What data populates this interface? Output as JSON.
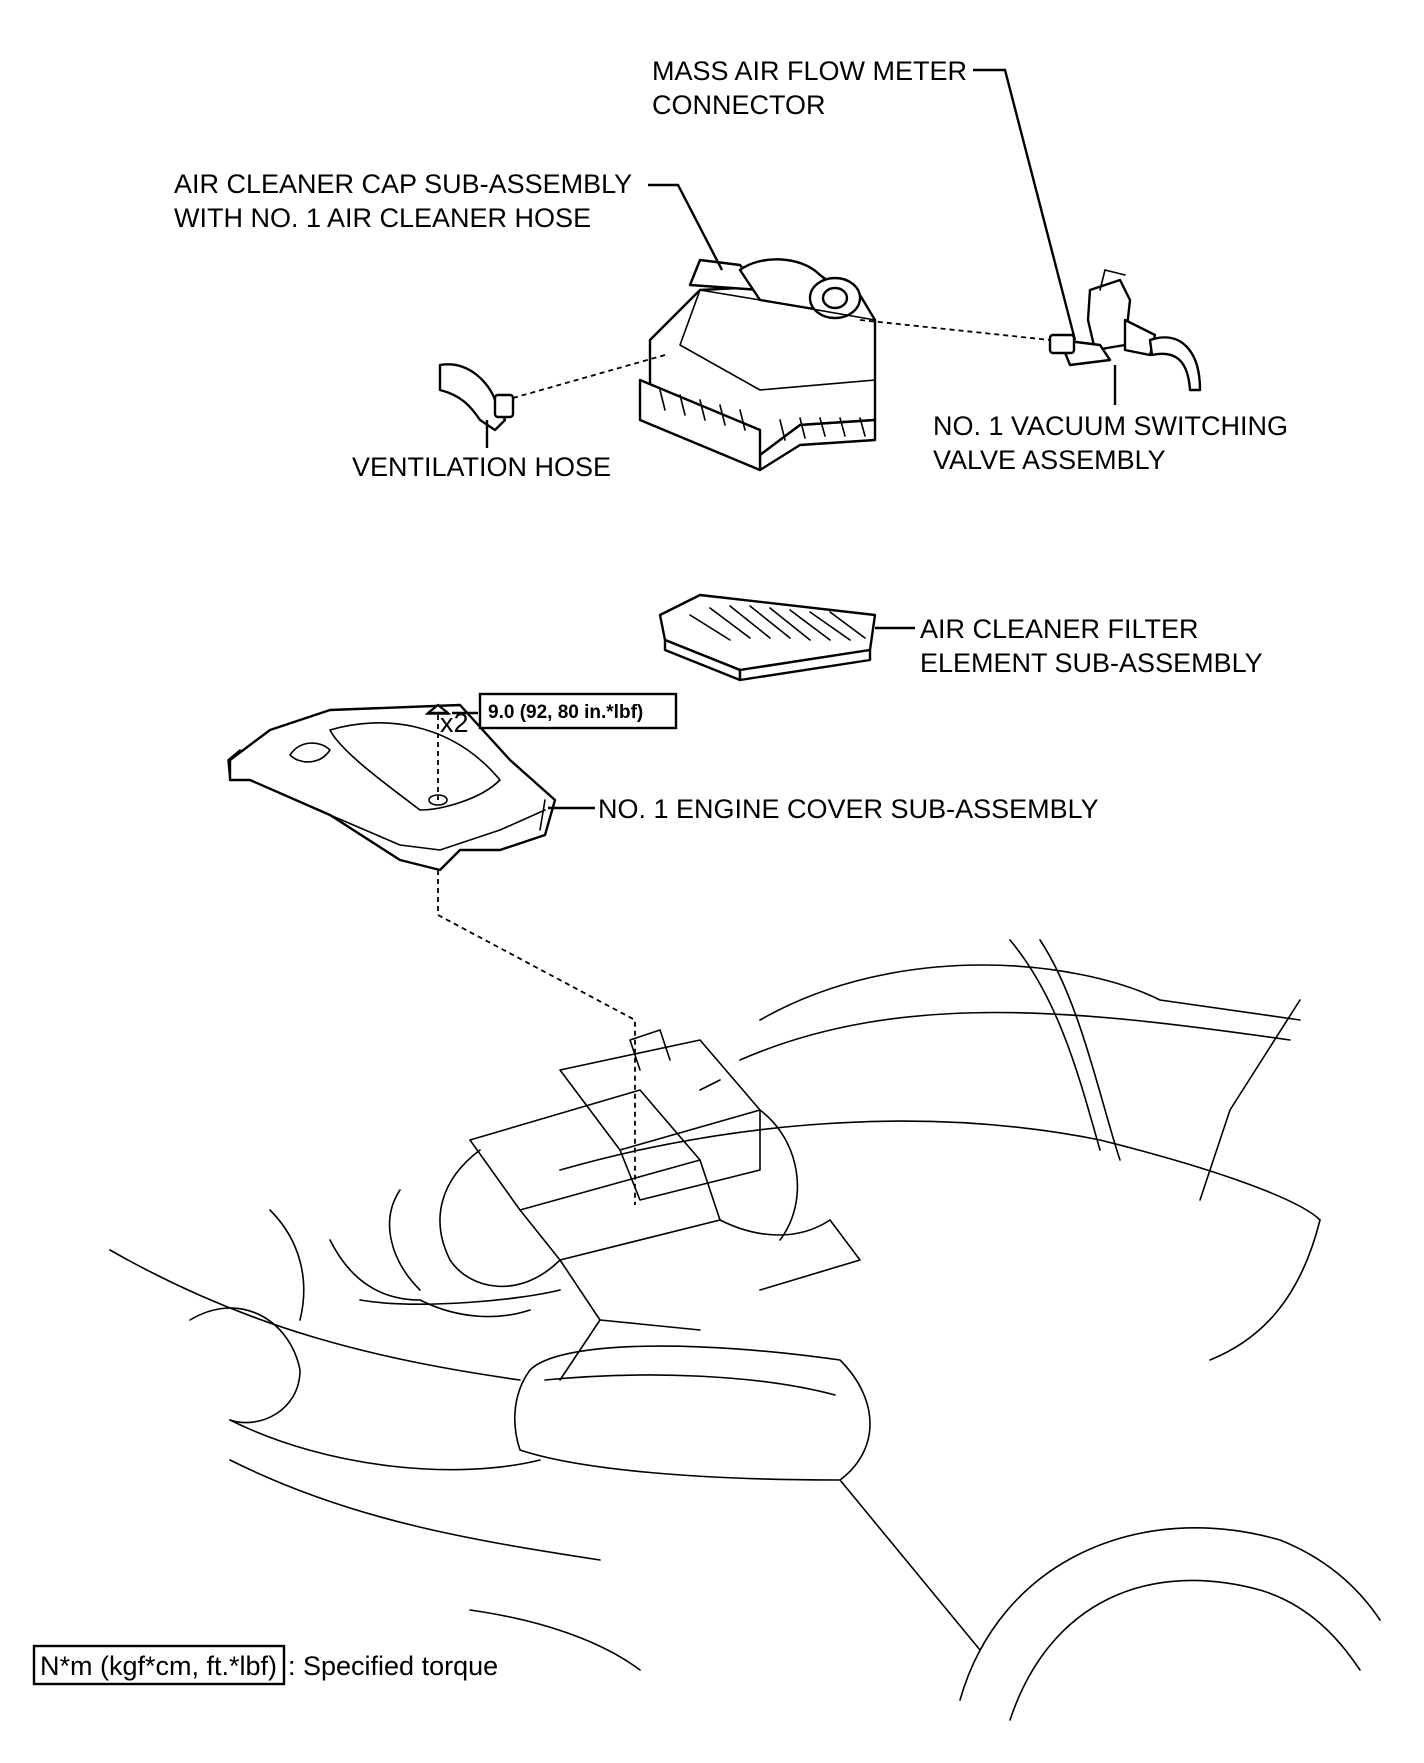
{
  "labels": {
    "maf_line1": "MASS AIR FLOW METER",
    "maf_line2": "CONNECTOR",
    "cap_line1": "AIR CLEANER CAP SUB-ASSEMBLY",
    "cap_line2": "WITH NO. 1 AIR CLEANER HOSE",
    "vent": "VENTILATION HOSE",
    "vsv_line1": "NO. 1 VACUUM SWITCHING",
    "vsv_line2": "VALVE ASSEMBLY",
    "filter_line1": "AIR CLEANER FILTER",
    "filter_line2": "ELEMENT SUB-ASSEMBLY",
    "torque": "9.0 (92, 80 in.*lbf)",
    "count": "x2",
    "engine_cover": "NO. 1 ENGINE COVER SUB-ASSEMBLY"
  },
  "legend": {
    "unit": "N*m (kgf*cm, ft.*lbf)",
    "text": ": Specified torque"
  }
}
